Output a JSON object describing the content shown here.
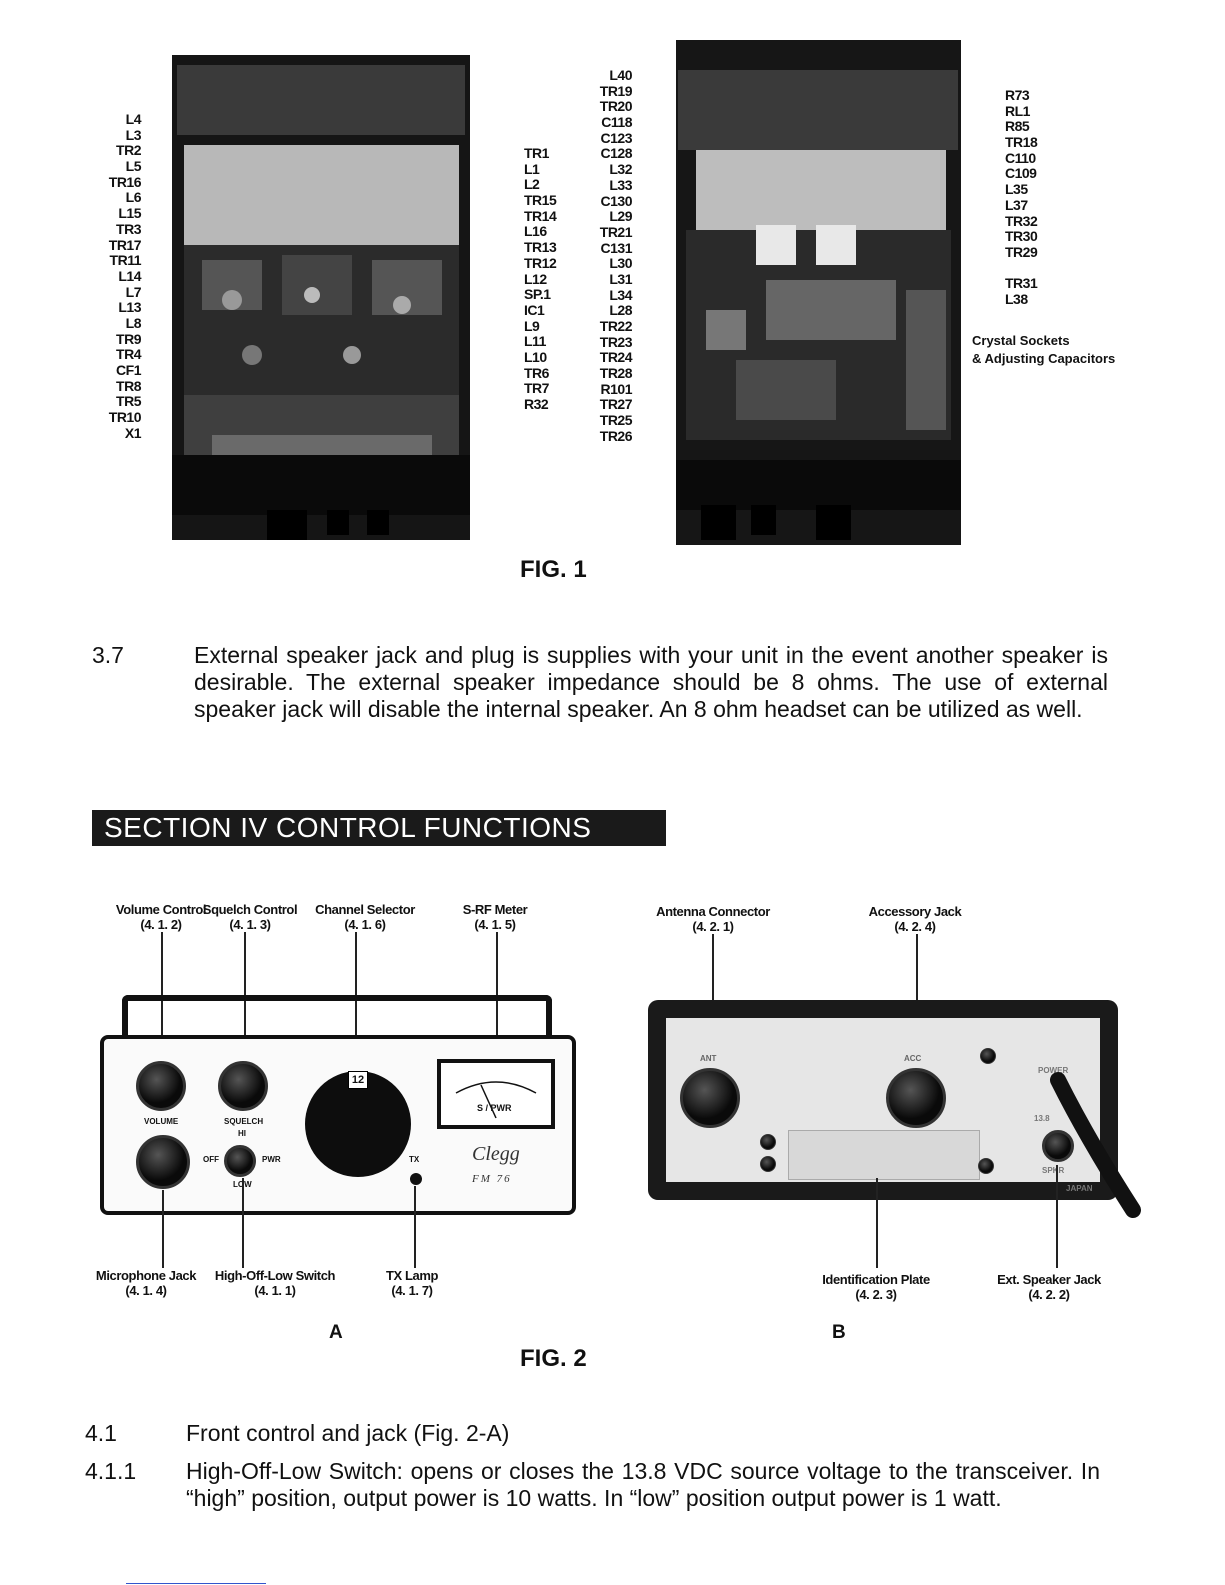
{
  "fig1": {
    "caption": "FIG. 1",
    "left_labels": [
      "L4",
      "L3",
      "TR2",
      "L5",
      "TR16",
      "L6",
      "L15",
      "TR3",
      "TR17",
      "TR11",
      "L14",
      "L7",
      "L13",
      "L8",
      "TR9",
      "TR4",
      "CF1",
      "TR8",
      "TR5",
      "TR10",
      "X1"
    ],
    "mid_labels": [
      "TR1",
      "L1",
      "L2",
      "TR15",
      "TR14",
      "L16",
      "TR13",
      "TR12",
      "L12",
      "SP.1",
      "IC1",
      "L9",
      "L11",
      "L10",
      "TR6",
      "TR7",
      "R32"
    ],
    "right_left_labels": [
      "L40",
      "TR19",
      "TR20",
      "C118",
      "C123",
      "C128",
      "L32",
      "L33",
      "C130",
      "L29",
      "TR21",
      "C131",
      "L30",
      "L31",
      "L34",
      "L28",
      "TR22",
      "TR23",
      "TR24",
      "TR28",
      "R101",
      "TR27",
      "TR25",
      "TR26"
    ],
    "right_right_labels": [
      "R73",
      "RL1",
      "R85",
      "TR18",
      "C110",
      "C109",
      "L35",
      "L37",
      "TR32",
      "TR30",
      "TR29",
      "",
      "TR31",
      "L38"
    ],
    "crystal_label_1": "Crystal Sockets",
    "crystal_label_2": "& Adjusting Capacitors"
  },
  "para_3_7": {
    "number": "3.7",
    "text": "External speaker jack and plug is supplies with your unit in the event another speaker is desirable. The external speaker impedance should be 8 ohms. The use of external speaker jack will disable the internal speaker. An 8 ohm headset can be utilized as well."
  },
  "section_title": "SECTION IV  CONTROL FUNCTIONS",
  "fig2": {
    "caption": "FIG. 2",
    "sub_a": "A",
    "sub_b": "B",
    "top_callouts_a": [
      {
        "name": "Volume Control",
        "ref": "(4. 1. 2)"
      },
      {
        "name": "Squelch Control",
        "ref": "(4. 1. 3)"
      },
      {
        "name": "Channel Selector",
        "ref": "(4. 1. 6)"
      },
      {
        "name": "S-RF Meter",
        "ref": "(4. 1. 5)"
      }
    ],
    "bottom_callouts_a": [
      {
        "name": "Microphone Jack",
        "ref": "(4. 1. 4)"
      },
      {
        "name": "High-Off-Low Switch",
        "ref": "(4. 1. 1)"
      },
      {
        "name": "TX Lamp",
        "ref": "(4. 1. 7)"
      }
    ],
    "top_callouts_b": [
      {
        "name": "Antenna Connector",
        "ref": "(4. 2. 1)"
      },
      {
        "name": "Accessory Jack",
        "ref": "(4. 2. 4)"
      }
    ],
    "bottom_callouts_b": [
      {
        "name": "Identification Plate",
        "ref": "(4. 2. 3)"
      },
      {
        "name": "Ext. Speaker Jack",
        "ref": "(4. 2. 2)"
      }
    ],
    "front_panel": {
      "volume": "VOLUME",
      "squelch": "SQUELCH",
      "hi": "HI",
      "off": "OFF",
      "pwr": "PWR",
      "low": "LOW",
      "channel": "12",
      "tx": "TX",
      "meter": "S / PWR",
      "brand": "Clegg",
      "model": "FM 76"
    },
    "rear_panel": {
      "ant": "ANT",
      "acc": "ACC",
      "power": "POWER",
      "volt": "13.8",
      "spkr": "SPKR",
      "japan": "JAPAN"
    }
  },
  "para_4_1": {
    "number": "4.1",
    "text": "Front control and jack (Fig. 2-A)"
  },
  "para_4_1_1": {
    "number": "4.1.1",
    "text": "High-Off-Low Switch:  opens or closes the 13.8 VDC source voltage to the transceiver. In “high” position, output power is 10 watts. In “low” position output power is 1 watt."
  }
}
